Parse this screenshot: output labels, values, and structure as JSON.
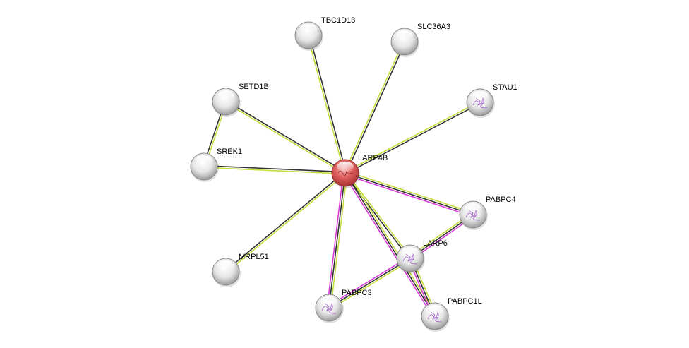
{
  "network": {
    "center": "LARP4B",
    "colors": {
      "textmining": "#c6dd3c",
      "coexpression": "#333333",
      "experiments": "#d83ad8",
      "query_node": "#e05a5a",
      "node": "#e2e2e2"
    },
    "nodes": [
      {
        "id": "LARP4B",
        "query": true
      },
      {
        "id": "TBC1D13"
      },
      {
        "id": "SLC36A3"
      },
      {
        "id": "SETD1B"
      },
      {
        "id": "STAU1",
        "structure": true
      },
      {
        "id": "SREK1"
      },
      {
        "id": "PABPC4",
        "structure": true
      },
      {
        "id": "LARP6",
        "structure": true
      },
      {
        "id": "MRPL51"
      },
      {
        "id": "PABPC3",
        "structure": true
      },
      {
        "id": "PABPC1L",
        "structure": true
      }
    ],
    "edges": [
      {
        "a": "LARP4B",
        "b": "TBC1D13",
        "types": [
          "textmining",
          "coexpression"
        ]
      },
      {
        "a": "LARP4B",
        "b": "SLC36A3",
        "types": [
          "textmining",
          "coexpression"
        ]
      },
      {
        "a": "LARP4B",
        "b": "SETD1B",
        "types": [
          "textmining",
          "coexpression"
        ]
      },
      {
        "a": "LARP4B",
        "b": "STAU1",
        "types": [
          "textmining",
          "coexpression"
        ]
      },
      {
        "a": "LARP4B",
        "b": "SREK1",
        "types": [
          "textmining",
          "coexpression"
        ]
      },
      {
        "a": "LARP4B",
        "b": "MRPL51",
        "types": [
          "textmining",
          "coexpression"
        ]
      },
      {
        "a": "SETD1B",
        "b": "SREK1",
        "types": [
          "textmining",
          "coexpression"
        ]
      },
      {
        "a": "LARP4B",
        "b": "PABPC4",
        "types": [
          "textmining",
          "coexpression",
          "experiments"
        ]
      },
      {
        "a": "LARP4B",
        "b": "LARP6",
        "types": [
          "textmining",
          "coexpression"
        ]
      },
      {
        "a": "LARP4B",
        "b": "PABPC1L",
        "types": [
          "textmining",
          "coexpression",
          "experiments"
        ]
      },
      {
        "a": "LARP4B",
        "b": "PABPC3",
        "types": [
          "textmining",
          "coexpression",
          "experiments"
        ]
      },
      {
        "a": "LARP6",
        "b": "PABPC4",
        "types": [
          "textmining",
          "coexpression",
          "experiments"
        ]
      },
      {
        "a": "LARP6",
        "b": "PABPC3",
        "types": [
          "textmining",
          "coexpression",
          "experiments"
        ]
      },
      {
        "a": "LARP6",
        "b": "PABPC1L",
        "types": [
          "textmining",
          "coexpression",
          "experiments"
        ]
      }
    ]
  }
}
